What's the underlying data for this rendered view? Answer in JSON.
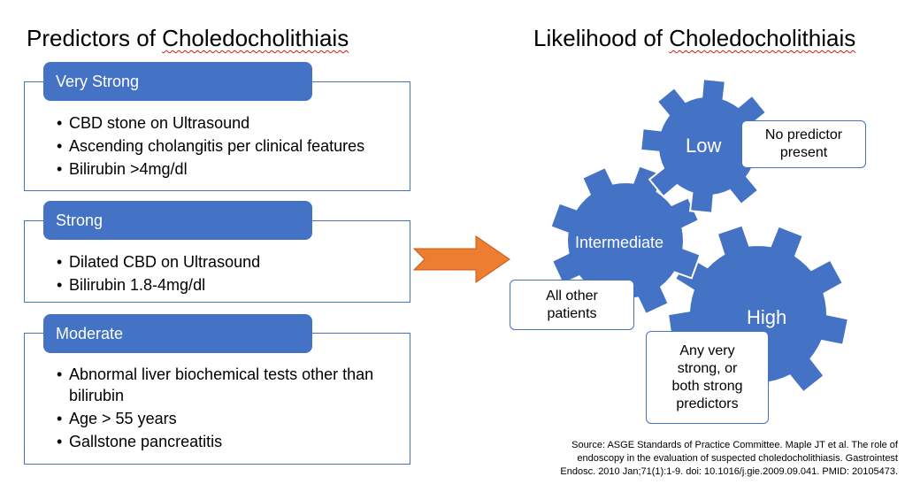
{
  "left_title": {
    "prefix": "Predictors of ",
    "word": "Choledocholithiais"
  },
  "right_title": {
    "prefix": "Likelihood of ",
    "word": "Choledocholithiais"
  },
  "predictors": [
    {
      "label": "Very Strong",
      "items": [
        "CBD stone on Ultrasound",
        "Ascending cholangitis per clinical features",
        "Bilirubin >4mg/dl"
      ]
    },
    {
      "label": "Strong",
      "items": [
        "Dilated CBD on Ultrasound",
        "Bilirubin 1.8-4mg/dl"
      ]
    },
    {
      "label": "Moderate",
      "items": [
        "Abnormal liver biochemical tests other than bilirubin",
        "Age > 55 years",
        "Gallstone pancreatitis"
      ]
    }
  ],
  "likelihood": {
    "low": {
      "label": "Low",
      "description": "No predictor present"
    },
    "intermediate": {
      "label": "Intermediate",
      "description": "All other patients"
    },
    "high": {
      "label": "High",
      "description": "Any very strong, or both strong predictors"
    }
  },
  "source": {
    "line1": "Source: ASGE Standards of Practice Committee. Maple JT et al. The role of",
    "line2": "endoscopy in the evaluation of suspected choledocholithiasis. Gastrointest",
    "line3": "Endosc. 2010 Jan;71(1):1-9. doi: 10.1016/j.gie.2009.09.041. PMID: 20105473."
  },
  "colors": {
    "accent": "#4472c4",
    "gear": "#4472c4",
    "arrow": "#ed7d31"
  }
}
